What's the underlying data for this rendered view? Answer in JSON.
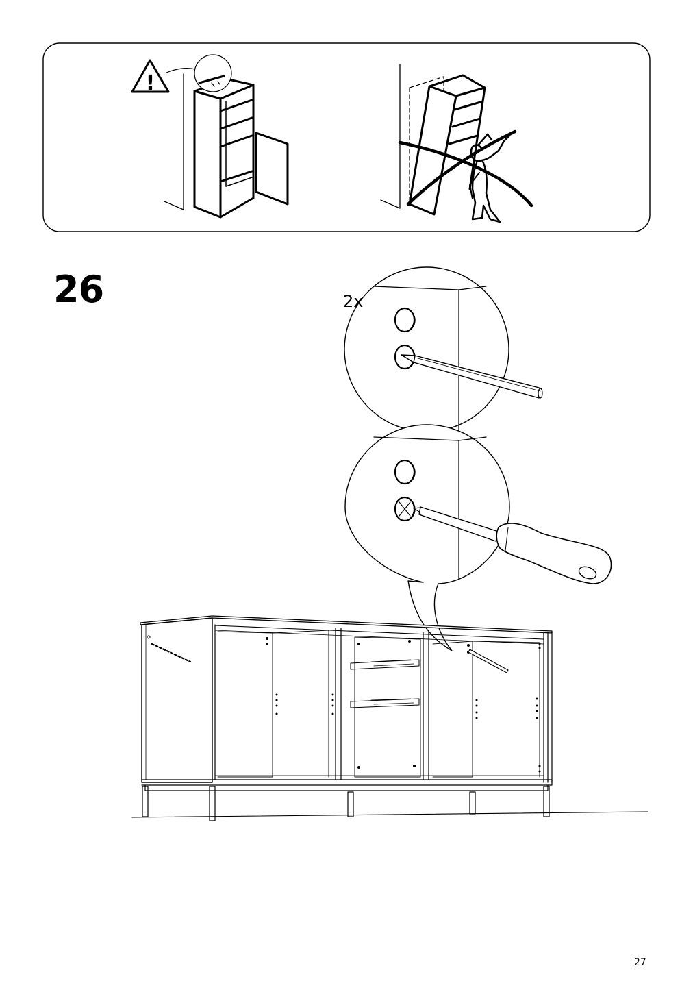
{
  "step": {
    "number": "26",
    "quantity": "2x"
  },
  "warning": {
    "symbol": "!"
  },
  "page": {
    "number": "27"
  },
  "icons": [
    "warning-triangle-icon",
    "prohibited-cross-icon",
    "pencil-icon",
    "screwdriver-icon"
  ]
}
